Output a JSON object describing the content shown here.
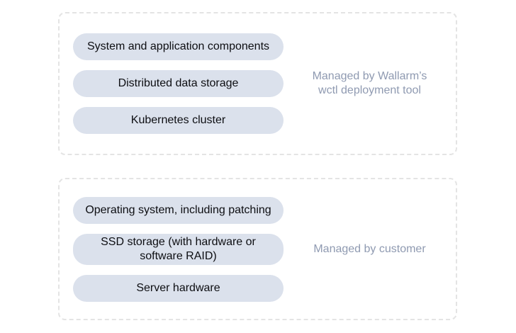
{
  "colors": {
    "background": "#ffffff",
    "pill_background": "#dbe1ec",
    "pill_text": "#0d0e12",
    "label_text": "#8f9ab1",
    "dashed_border": "#e4e4e4"
  },
  "groups": [
    {
      "id": "wallarm-managed",
      "pills": [
        "System and application components",
        "Distributed data storage",
        "Kubernetes cluster"
      ],
      "label_lines": [
        "Managed by Wallarm’s",
        "wctl deployment tool"
      ]
    },
    {
      "id": "customer-managed",
      "pills": [
        "Operating system, including patching",
        "SSD storage (with hardware or software RAID)",
        "Server hardware"
      ],
      "label_lines": [
        "Managed by customer"
      ]
    }
  ]
}
